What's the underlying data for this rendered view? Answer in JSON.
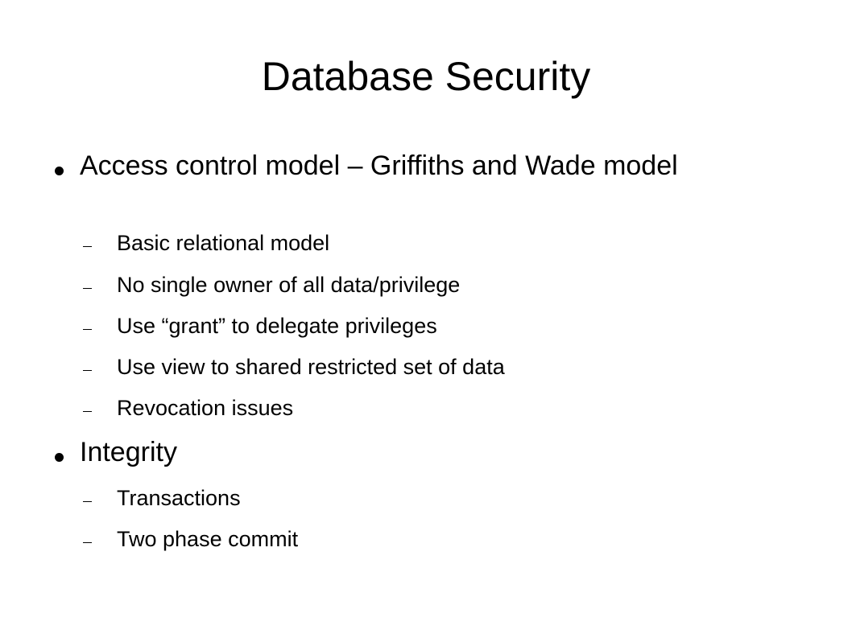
{
  "slide": {
    "title": "Database Security",
    "bullets": [
      {
        "text": "Access control model – Griffiths and Wade model",
        "sub": [
          "Basic relational model",
          "No single owner of all data/privilege",
          "Use “grant” to delegate privileges",
          "Use view to shared restricted set of data",
          "Revocation issues"
        ]
      },
      {
        "text": "Integrity",
        "sub": [
          "Transactions",
          "Two phase commit"
        ]
      }
    ]
  }
}
